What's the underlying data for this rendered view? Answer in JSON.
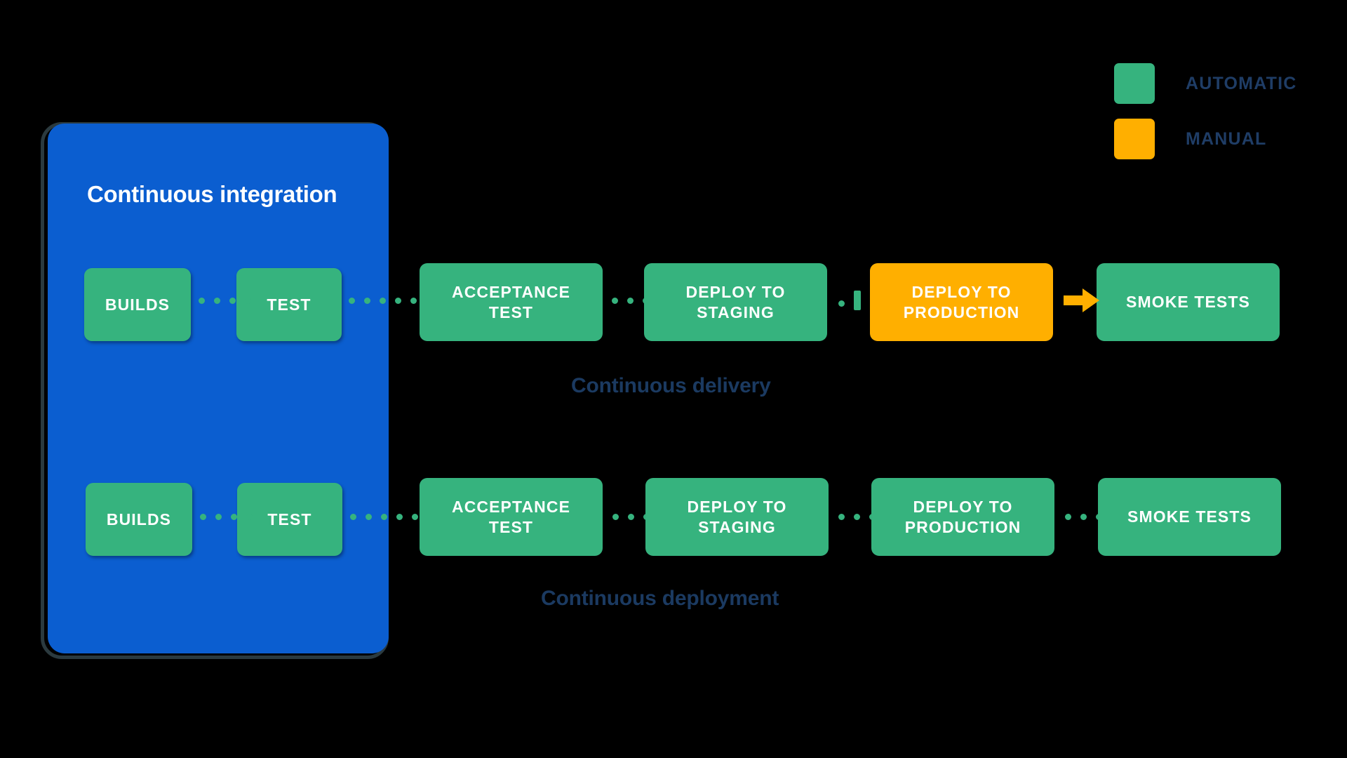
{
  "diagram": {
    "title": "Continuous integration",
    "background_color": "#000000",
    "colors": {
      "automatic": "#36b37e",
      "manual": "#ffaf00",
      "ci_panel": "#0b5ed0",
      "ci_panel_border": "#2b3a3f",
      "caption_text": "#1b3a61",
      "box_text": "#ffffff"
    }
  },
  "ci_panel": {
    "title": "Continuous integration",
    "stages": [
      {
        "label": "BUILDS",
        "type": "automatic"
      },
      {
        "label": "TEST",
        "type": "automatic"
      },
      {
        "label": "BUILDS",
        "type": "automatic"
      },
      {
        "label": "TEST",
        "type": "automatic"
      }
    ]
  },
  "flows": [
    {
      "name": "continuous-delivery",
      "caption": "Continuous delivery",
      "stages": [
        {
          "label": "ACCEPTANCE\nTEST",
          "type": "automatic"
        },
        {
          "label": "DEPLOY TO\nSTAGING",
          "type": "automatic"
        },
        {
          "label": "DEPLOY TO\nPRODUCTION",
          "type": "manual"
        },
        {
          "label": "SMOKE TESTS",
          "type": "automatic"
        }
      ]
    },
    {
      "name": "continuous-deployment",
      "caption": "Continuous deployment",
      "stages": [
        {
          "label": "ACCEPTANCE\nTEST",
          "type": "automatic"
        },
        {
          "label": "DEPLOY TO\nSTAGING",
          "type": "automatic"
        },
        {
          "label": "DEPLOY TO\nPRODUCTION",
          "type": "automatic"
        },
        {
          "label": "SMOKE TESTS",
          "type": "automatic"
        }
      ]
    }
  ],
  "legend": {
    "items": [
      {
        "label": "AUTOMATIC",
        "color": "#36b37e"
      },
      {
        "label": "MANUAL",
        "color": "#ffaf00"
      }
    ]
  }
}
